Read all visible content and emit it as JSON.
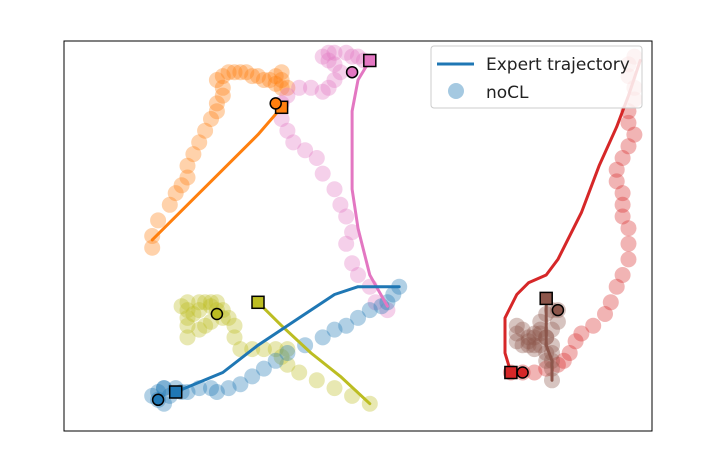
{
  "chart_data": {
    "type": "scatter",
    "title": "",
    "xlabel": "",
    "ylabel": "",
    "xlim": [
      0,
      100
    ],
    "ylim": [
      0,
      100
    ],
    "grid": false,
    "axis_ticks": false,
    "legend": {
      "placement": "top-right",
      "entries": [
        {
          "label": "Expert trajectory",
          "kind": "line",
          "color": "#1f77b4"
        },
        {
          "label": "noCL",
          "kind": "marker",
          "color": "#1f77b4"
        }
      ]
    },
    "series": [
      {
        "color": "#ff7f0e",
        "expert_trajectory": [
          [
            37,
            83
          ],
          [
            33,
            76
          ],
          [
            27,
            67
          ],
          [
            21,
            58
          ],
          [
            15,
            49
          ]
        ],
        "noCL": [
          [
            15,
            47
          ],
          [
            15,
            50
          ],
          [
            16,
            54
          ],
          [
            18,
            58
          ],
          [
            19,
            61
          ],
          [
            20,
            63
          ],
          [
            21,
            65
          ],
          [
            21,
            68
          ],
          [
            22,
            71
          ],
          [
            23,
            74
          ],
          [
            24,
            77
          ],
          [
            25,
            80
          ],
          [
            26,
            82
          ],
          [
            26,
            84
          ],
          [
            27,
            86
          ],
          [
            27,
            88
          ],
          [
            26,
            90
          ],
          [
            27,
            91
          ],
          [
            28,
            92
          ],
          [
            29,
            92
          ],
          [
            30,
            92
          ],
          [
            31,
            92
          ],
          [
            32,
            91
          ],
          [
            33,
            91
          ],
          [
            34,
            90
          ],
          [
            35,
            90
          ],
          [
            36,
            89
          ],
          [
            37,
            88
          ],
          [
            38,
            88
          ],
          [
            37,
            90
          ],
          [
            36,
            91
          ],
          [
            37,
            92
          ]
        ],
        "start": [
          37,
          83
        ],
        "end": [
          36,
          84
        ]
      },
      {
        "color": "#e377c2",
        "expert_trajectory": [
          [
            52,
            95
          ],
          [
            50,
            90
          ],
          [
            49,
            82
          ],
          [
            49,
            72
          ],
          [
            49,
            62
          ],
          [
            50,
            52
          ],
          [
            52,
            40
          ],
          [
            55,
            32
          ]
        ],
        "noCL": [
          [
            55,
            31
          ],
          [
            53,
            33
          ],
          [
            52,
            37
          ],
          [
            50,
            40
          ],
          [
            49,
            43
          ],
          [
            48,
            48
          ],
          [
            49,
            51
          ],
          [
            48,
            55
          ],
          [
            47,
            58
          ],
          [
            46,
            62
          ],
          [
            44,
            66
          ],
          [
            43,
            70
          ],
          [
            41,
            72
          ],
          [
            39,
            74
          ],
          [
            38,
            77
          ],
          [
            37,
            80
          ],
          [
            37,
            84
          ],
          [
            38,
            86
          ],
          [
            40,
            88
          ],
          [
            42,
            88
          ],
          [
            44,
            87
          ],
          [
            45,
            88
          ],
          [
            46,
            90
          ],
          [
            47,
            92
          ],
          [
            46,
            94
          ],
          [
            45,
            95
          ],
          [
            44,
            96
          ],
          [
            45,
            97
          ],
          [
            46,
            97
          ],
          [
            48,
            97
          ],
          [
            49,
            96
          ],
          [
            50,
            96
          ],
          [
            51,
            95
          ]
        ],
        "start": [
          52,
          95
        ],
        "end": [
          49,
          92
        ]
      },
      {
        "color": "#bcbd22",
        "expert_trajectory": [
          [
            33,
            33
          ],
          [
            37,
            27
          ],
          [
            42,
            20
          ],
          [
            47,
            14
          ],
          [
            52,
            7
          ]
        ],
        "noCL": [
          [
            52,
            7
          ],
          [
            49,
            9
          ],
          [
            46,
            11
          ],
          [
            43,
            13
          ],
          [
            40,
            15
          ],
          [
            38,
            17
          ],
          [
            37,
            19
          ],
          [
            38,
            21
          ],
          [
            36,
            21
          ],
          [
            34,
            21
          ],
          [
            32,
            21
          ],
          [
            30,
            21
          ],
          [
            29,
            24
          ],
          [
            29,
            27
          ],
          [
            28,
            29
          ],
          [
            27,
            31
          ],
          [
            26,
            33
          ],
          [
            25,
            33
          ],
          [
            23,
            31
          ],
          [
            22,
            30
          ],
          [
            21,
            31
          ],
          [
            20,
            32
          ],
          [
            21,
            33
          ],
          [
            23,
            33
          ],
          [
            24,
            33
          ],
          [
            25,
            32
          ],
          [
            26,
            31
          ],
          [
            27,
            29
          ],
          [
            25,
            28
          ],
          [
            24,
            27
          ],
          [
            23,
            26
          ],
          [
            21,
            24
          ],
          [
            21,
            27
          ],
          [
            21,
            29
          ]
        ],
        "start": [
          33,
          33
        ],
        "end": [
          26,
          30
        ]
      },
      {
        "color": "#1f77b4",
        "expert_trajectory": [
          [
            19,
            10
          ],
          [
            27,
            15
          ],
          [
            33,
            22
          ],
          [
            40,
            29
          ],
          [
            46,
            35
          ],
          [
            50,
            37
          ],
          [
            54,
            37
          ],
          [
            57,
            37
          ]
        ],
        "noCL": [
          [
            57,
            37
          ],
          [
            56,
            35
          ],
          [
            55,
            33
          ],
          [
            54,
            32
          ],
          [
            52,
            31
          ],
          [
            50,
            29
          ],
          [
            48,
            27
          ],
          [
            46,
            26
          ],
          [
            44,
            24
          ],
          [
            41,
            22
          ],
          [
            38,
            20
          ],
          [
            36,
            18
          ],
          [
            34,
            16
          ],
          [
            32,
            14
          ],
          [
            30,
            12
          ],
          [
            28,
            11
          ],
          [
            26,
            10
          ],
          [
            25,
            11
          ],
          [
            23,
            11
          ],
          [
            21,
            10
          ],
          [
            20,
            10
          ],
          [
            19,
            11
          ],
          [
            17,
            11
          ],
          [
            16,
            10
          ],
          [
            15,
            9
          ],
          [
            16,
            8
          ],
          [
            17,
            7
          ],
          [
            18,
            9
          ],
          [
            17,
            11
          ]
        ],
        "start": [
          19,
          10
        ],
        "end": [
          16,
          8
        ]
      },
      {
        "color": "#d62728",
        "expert_trajectory": [
          [
            98,
            95
          ],
          [
            96,
            86
          ],
          [
            94,
            78
          ],
          [
            91,
            68
          ],
          [
            88,
            56
          ],
          [
            84,
            44
          ],
          [
            82,
            40
          ],
          [
            79,
            38
          ],
          [
            77,
            35
          ],
          [
            75,
            29
          ],
          [
            75,
            20
          ],
          [
            76,
            15
          ]
        ],
        "noCL": [
          [
            76,
            15
          ],
          [
            78,
            15
          ],
          [
            80,
            15
          ],
          [
            82,
            16
          ],
          [
            84,
            17
          ],
          [
            85,
            18
          ],
          [
            86,
            20
          ],
          [
            87,
            23
          ],
          [
            88,
            25
          ],
          [
            90,
            27
          ],
          [
            92,
            30
          ],
          [
            93,
            33
          ],
          [
            94,
            37
          ],
          [
            95,
            40
          ],
          [
            96,
            44
          ],
          [
            96,
            48
          ],
          [
            96,
            52
          ],
          [
            95,
            55
          ],
          [
            95,
            58
          ],
          [
            95,
            61
          ],
          [
            94,
            64
          ],
          [
            94,
            67
          ],
          [
            95,
            70
          ],
          [
            96,
            73
          ],
          [
            97,
            76
          ],
          [
            96,
            79
          ],
          [
            96,
            82
          ],
          [
            97,
            85
          ],
          [
            97,
            88
          ],
          [
            96,
            91
          ],
          [
            96,
            94
          ],
          [
            97,
            96
          ]
        ],
        "start": [
          76,
          15
        ],
        "end": [
          78,
          15
        ]
      },
      {
        "color": "#8c564b",
        "expert_trajectory": [
          [
            83,
            13
          ],
          [
            83,
            18
          ],
          [
            82,
            22
          ],
          [
            82,
            27
          ],
          [
            82,
            31
          ],
          [
            82,
            34
          ]
        ],
        "noCL": [
          [
            83,
            13
          ],
          [
            83,
            16
          ],
          [
            82,
            18
          ],
          [
            82,
            20
          ],
          [
            80,
            21
          ],
          [
            79,
            22
          ],
          [
            78,
            22
          ],
          [
            77,
            23
          ],
          [
            77,
            25
          ],
          [
            77,
            27
          ],
          [
            78,
            26
          ],
          [
            79,
            24
          ],
          [
            80,
            24
          ],
          [
            81,
            26
          ],
          [
            81,
            28
          ],
          [
            82,
            30
          ],
          [
            83,
            31
          ],
          [
            84,
            31
          ],
          [
            84,
            28
          ],
          [
            83,
            26
          ],
          [
            82,
            24
          ],
          [
            81,
            22
          ],
          [
            80,
            22
          ],
          [
            79,
            23
          ],
          [
            80,
            25
          ],
          [
            81,
            25
          ],
          [
            82,
            24
          ],
          [
            83,
            22
          ],
          [
            83,
            20
          ],
          [
            83,
            18
          ]
        ],
        "start": [
          82,
          34
        ],
        "end": [
          84,
          31
        ]
      }
    ]
  }
}
